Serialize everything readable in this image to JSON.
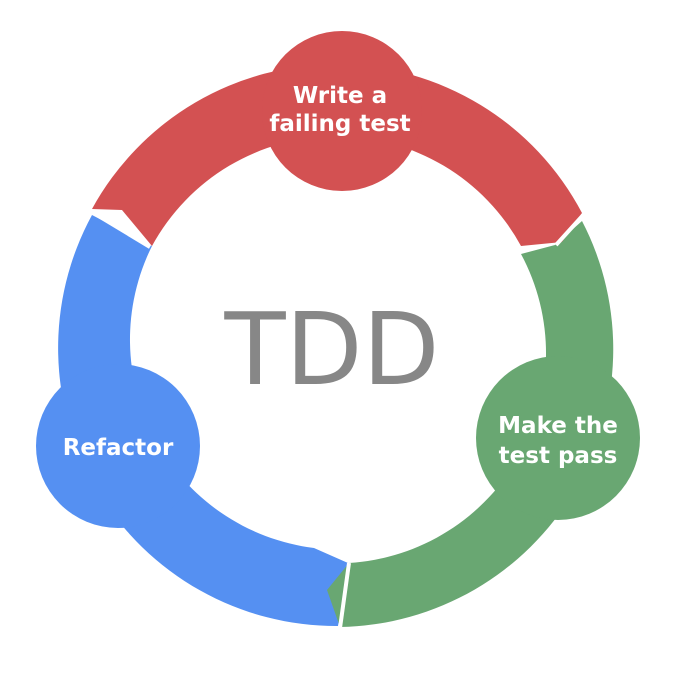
{
  "diagram": {
    "center_title": "TDD",
    "stages": [
      {
        "id": "red",
        "label_lines": [
          "Write a",
          "failing test"
        ],
        "color": "#d35152"
      },
      {
        "id": "green",
        "label_lines": [
          "Make the",
          "test pass"
        ],
        "color": "#69a772"
      },
      {
        "id": "refactor",
        "label_lines": [
          "Refactor"
        ],
        "color": "#5590f2"
      }
    ],
    "separator_color": "#ffffff",
    "center_text_color": "#878787"
  }
}
